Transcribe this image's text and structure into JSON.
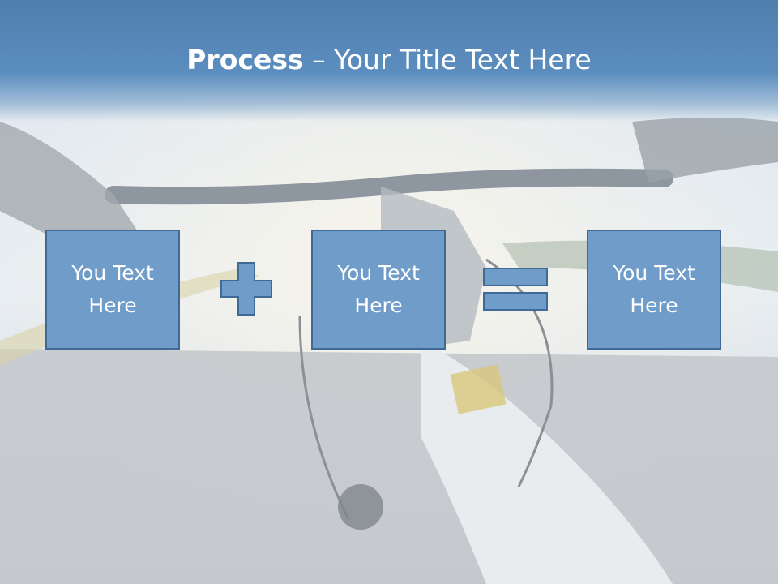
{
  "title": {
    "bold": "Process",
    "rest": " – Your Title Text Here"
  },
  "boxes": [
    {
      "text": "You Text Here"
    },
    {
      "text": "You Text Here"
    },
    {
      "text": "You Text Here"
    }
  ],
  "colors": {
    "box_fill": "#6f9cc9",
    "box_border": "#3f6a96",
    "title_bar": "#5b8dbf",
    "title_text": "#ffffff"
  },
  "icons": {
    "operator_1": "plus-icon",
    "operator_2": "equals-icon"
  }
}
